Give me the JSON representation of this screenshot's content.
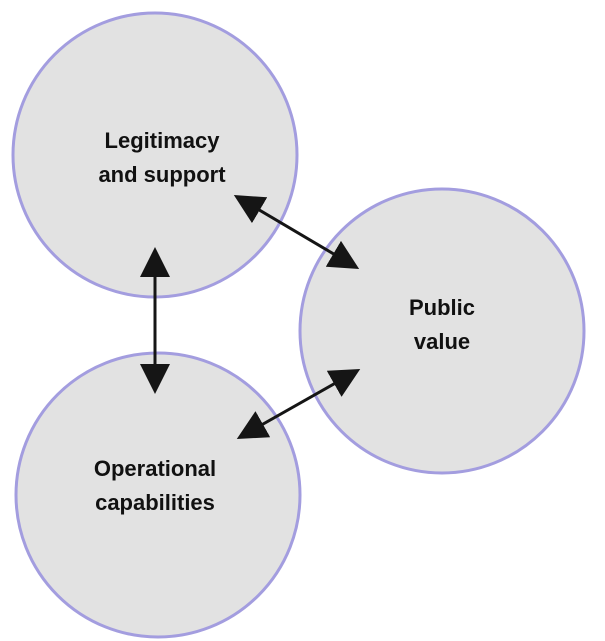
{
  "diagram": {
    "nodes": {
      "legitimacy": {
        "line1": "Legitimacy",
        "line2": "and support"
      },
      "public_value": {
        "line1": "Public",
        "line2": "value"
      },
      "operational": {
        "line1": "Operational",
        "line2": "capabilities"
      }
    },
    "colors": {
      "circle_fill": "#e2e2e2",
      "circle_stroke": "#a39ddf",
      "arrow": "#151515"
    }
  }
}
